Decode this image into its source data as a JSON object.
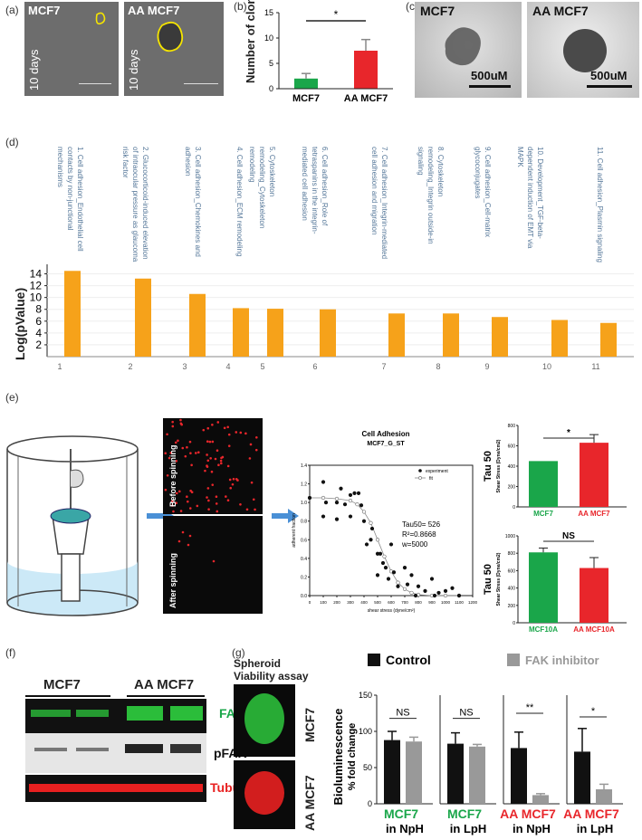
{
  "panels": {
    "a": "(a)",
    "b": "(b)",
    "c": "(c)",
    "d": "(d)",
    "e": "(e)",
    "f": "(f)",
    "g": "(g)"
  },
  "panel_a": {
    "left": {
      "name": "MCF7",
      "days": "10 days"
    },
    "right": {
      "name": "AA MCF7",
      "days": "10 days"
    }
  },
  "panel_c": {
    "left": {
      "name": "MCF7",
      "scale": "500uM"
    },
    "right": {
      "name": "AA MCF7",
      "scale": "500uM"
    }
  },
  "panel_d": {
    "pathways": [
      "1. Cell adhesion_Endothelial cell contacts by non-junctional mechanisms",
      "2. Glucocorticoid-induced elevation of intraocular pressure as glaucoma risk factor",
      "3. Cell adhesion_Chemokines and adhesion",
      "4. Cell adhesion_ECM remodeling",
      "5. Cytoskeleton remodeling_Cytoskeleton remodeling",
      "6. Cell adhesion_Role of tetraspanins in the integrin-mediated cell adhesion",
      "7. Cell adhesion_Integrin-mediated cell adhesion and migration",
      "8. Cytoskeleton remodeling_Integrin outside-in signaling",
      "9. Cell adhesion_Cell-matrix glycoconjugates",
      "10. Development_TGF-beta-dependent induction of EMT via MAPK",
      "11. Cell adhesion_Plasmin signaling"
    ]
  },
  "panel_e": {
    "before": "Before spinning",
    "after": "After spinning",
    "tau_label": "Tau 50",
    "shear_label": "Shear Stress (Dyne/cm2)"
  },
  "panel_f": {
    "group1": "MCF7",
    "group2": "AA MCF7",
    "bands": [
      "FAK",
      "pFAK",
      "Tubulin"
    ]
  },
  "panel_g": {
    "spheroid_title_1": "Spheroid",
    "spheroid_title_2": "Viability assay",
    "row1": "MCF7",
    "row2": "AA MCF7"
  },
  "colors": {
    "orange": "#f6a21a",
    "green": "#1aa64a",
    "red": "#e8262b",
    "grey": "#999999",
    "black": "#111111",
    "blot_green": "#2bbd3a",
    "blot_red": "#e82020"
  },
  "chart_data": [
    {
      "id": "b",
      "type": "bar",
      "categories": [
        "MCF7",
        "AA MCF7"
      ],
      "values": [
        2,
        7.5
      ],
      "errors": [
        1,
        2.2
      ],
      "colors": [
        "#1aa64a",
        "#e8262b"
      ],
      "ylabel": "Number of clones",
      "ylim": [
        0,
        15
      ],
      "yticks": [
        0,
        5,
        10,
        15
      ],
      "annotation": "*"
    },
    {
      "id": "d",
      "type": "bar",
      "categories": [
        "1",
        "2",
        "3",
        "4",
        "5",
        "6",
        "7",
        "8",
        "9",
        "10",
        "11"
      ],
      "values": [
        14.5,
        13.2,
        10.6,
        8.2,
        8.1,
        8.0,
        7.3,
        7.3,
        6.7,
        6.2,
        5.7
      ],
      "ylabel": "Log(pValue)",
      "ylim": [
        0,
        15
      ],
      "yticks": [
        2,
        4,
        6,
        8,
        10,
        12,
        14
      ]
    },
    {
      "id": "e-scatter",
      "type": "scatter",
      "title": "Cell Adhesion",
      "subtitle": "MCF7_G_ST",
      "xlabel": "shear stress (dyne/cm²)",
      "ylabel": "adherent fraction",
      "xlim": [
        0,
        1200
      ],
      "ylim": [
        0,
        1.4
      ],
      "xticks": [
        0,
        100,
        200,
        300,
        400,
        500,
        600,
        700,
        800,
        900,
        1000,
        1100,
        1200
      ],
      "yticks": [
        0,
        0.2,
        0.4,
        0.6,
        0.8,
        1.0,
        1.2,
        1.4
      ],
      "legend": [
        "experiment",
        "fit"
      ],
      "annotations": [
        "Tau50= 526",
        "R²=0.8668",
        "w=5000"
      ],
      "experiment": [
        [
          0,
          1.05
        ],
        [
          100,
          1.22
        ],
        [
          100,
          0.85
        ],
        [
          120,
          1.0
        ],
        [
          200,
          1.0
        ],
        [
          200,
          0.82
        ],
        [
          230,
          1.15
        ],
        [
          260,
          0.98
        ],
        [
          300,
          1.08
        ],
        [
          300,
          0.85
        ],
        [
          330,
          1.1
        ],
        [
          360,
          1.1
        ],
        [
          380,
          0.97
        ],
        [
          400,
          0.8
        ],
        [
          420,
          0.55
        ],
        [
          450,
          0.6
        ],
        [
          460,
          0.72
        ],
        [
          500,
          0.45
        ],
        [
          500,
          0.22
        ],
        [
          520,
          0.45
        ],
        [
          540,
          0.35
        ],
        [
          560,
          0.3
        ],
        [
          580,
          0.18
        ],
        [
          600,
          0.55
        ],
        [
          620,
          0.25
        ],
        [
          650,
          0.1
        ],
        [
          700,
          0.3
        ],
        [
          720,
          0.12
        ],
        [
          750,
          0.22
        ],
        [
          780,
          0.0
        ],
        [
          800,
          0.1
        ],
        [
          850,
          0.05
        ],
        [
          900,
          0.18
        ],
        [
          920,
          0.0
        ],
        [
          950,
          0.03
        ],
        [
          1000,
          0.05
        ],
        [
          1050,
          0.08
        ],
        [
          1100,
          0.0
        ]
      ],
      "fit": [
        [
          0,
          1.05
        ],
        [
          100,
          1.05
        ],
        [
          200,
          1.04
        ],
        [
          300,
          1.02
        ],
        [
          350,
          0.98
        ],
        [
          400,
          0.9
        ],
        [
          450,
          0.78
        ],
        [
          500,
          0.6
        ],
        [
          550,
          0.42
        ],
        [
          600,
          0.26
        ],
        [
          650,
          0.14
        ],
        [
          700,
          0.07
        ],
        [
          750,
          0.03
        ],
        [
          800,
          0.01
        ],
        [
          900,
          0.0
        ],
        [
          1000,
          0.0
        ],
        [
          1100,
          0.0
        ]
      ]
    },
    {
      "id": "e-tau-1",
      "type": "bar",
      "categories": [
        "MCF7",
        "AA MCF7"
      ],
      "values": [
        450,
        630
      ],
      "errors": [
        0,
        80
      ],
      "colors": [
        "#1aa64a",
        "#e8262b"
      ],
      "ylim": [
        0,
        800
      ],
      "yticks": [
        0,
        200,
        400,
        600,
        800
      ],
      "annotation": "*"
    },
    {
      "id": "e-tau-2",
      "type": "bar",
      "categories": [
        "MCF10A",
        "AA MCF10A"
      ],
      "values": [
        810,
        630
      ],
      "errors": [
        50,
        120
      ],
      "colors": [
        "#1aa64a",
        "#e8262b"
      ],
      "ylim": [
        0,
        1000
      ],
      "yticks": [
        0,
        200,
        400,
        600,
        800,
        1000
      ],
      "annotation": "NS"
    },
    {
      "id": "g",
      "type": "bar",
      "legend": [
        "Control",
        "FAK inhibitor"
      ],
      "colors": [
        "#111111",
        "#999999"
      ],
      "ylabel": "Bioluminescence % fold change",
      "ylim": [
        0,
        150
      ],
      "yticks": [
        0,
        50,
        100,
        150
      ],
      "groups": [
        {
          "line1": "MCF7",
          "line2": "in NpH",
          "color": "#1aa64a",
          "values": [
            88,
            86
          ],
          "errors": [
            12,
            6
          ],
          "annotation": "NS"
        },
        {
          "line1": "MCF7",
          "line2": "in LpH",
          "color": "#1aa64a",
          "values": [
            83,
            79
          ],
          "errors": [
            15,
            3
          ],
          "annotation": "NS"
        },
        {
          "line1": "AA MCF7",
          "line2": "in NpH",
          "color": "#e8262b",
          "values": [
            77,
            12
          ],
          "errors": [
            22,
            2
          ],
          "annotation": "**"
        },
        {
          "line1": "AA MCF7",
          "line2": "in LpH",
          "color": "#e8262b",
          "values": [
            72,
            20
          ],
          "errors": [
            32,
            7
          ],
          "annotation": "*"
        }
      ]
    }
  ]
}
